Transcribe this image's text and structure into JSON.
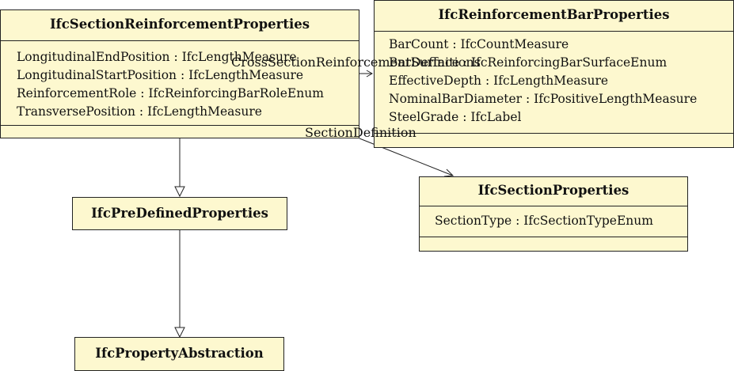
{
  "classes": {
    "section_reinforcement": {
      "name": "IfcSectionReinforcementProperties",
      "attributes": [
        "LongitudinalEndPosition : IfcLengthMeasure",
        "LongitudinalStartPosition : IfcLengthMeasure",
        "ReinforcementRole : IfcReinforcingBarRoleEnum",
        "TransversePosition : IfcLengthMeasure"
      ]
    },
    "reinforcement_bar": {
      "name": "IfcReinforcementBarProperties",
      "attributes": [
        "BarCount : IfcCountMeasure",
        "BarSurface : IfcReinforcingBarSurfaceEnum",
        "EffectiveDepth : IfcLengthMeasure",
        "NominalBarDiameter : IfcPositiveLengthMeasure",
        "SteelGrade : IfcLabel"
      ]
    },
    "section_properties": {
      "name": "IfcSectionProperties",
      "attributes": [
        "SectionType : IfcSectionTypeEnum"
      ]
    },
    "predefined": {
      "name": "IfcPreDefinedProperties"
    },
    "property_abstraction": {
      "name": "IfcPropertyAbstraction"
    }
  },
  "relations": {
    "cross_section_label": "CrossSectionReinforcementDefinitions",
    "section_definition_label": "SectionDefinition"
  }
}
